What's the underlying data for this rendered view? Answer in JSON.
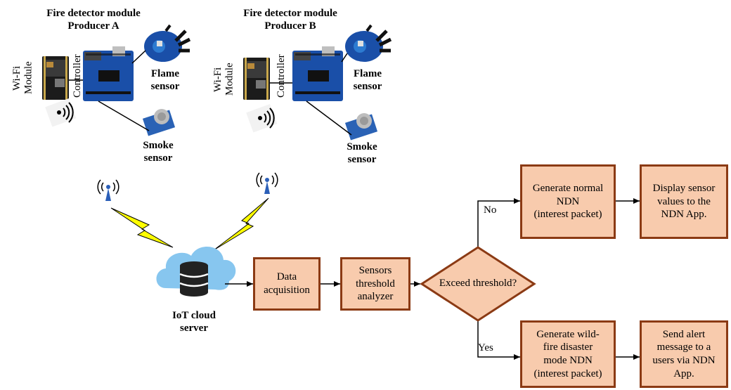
{
  "producer_a": {
    "title_line1": "Fire detector module",
    "title_line2": "Producer A",
    "wifi_label_line1": "Wi-Fi",
    "wifi_label_line2": "Module",
    "controller_label": "Controller",
    "flame_line1": "Flame",
    "flame_line2": "sensor",
    "smoke_line1": "Smoke",
    "smoke_line2": "sensor"
  },
  "producer_b": {
    "title_line1": "Fire detector module",
    "title_line2": "Producer B",
    "wifi_label_line1": "Wi-Fi",
    "wifi_label_line2": "Module",
    "controller_label": "Controller",
    "flame_line1": "Flame",
    "flame_line2": "sensor",
    "smoke_line1": "Smoke",
    "smoke_line2": "sensor"
  },
  "cloud": {
    "label_line1": "IoT cloud",
    "label_line2": "server"
  },
  "flow": {
    "data_acquisition": "Data\nacquisition",
    "threshold_analyzer": "Sensors\nthreshold\nanalyzer",
    "decision": "Exceed threshold?",
    "no_label": "No",
    "yes_label": "Yes",
    "normal_ndn": "Generate normal\nNDN\n(interest packet)",
    "display_values": "Display sensor\nvalues to the\nNDN App.",
    "disaster_ndn": "Generate wild-\nfire disaster\nmode NDN\n(interest packet)",
    "send_alert": "Send alert\nmessage to a\nusers via NDN\nApp."
  },
  "colors": {
    "box_fill": "#f8cbad",
    "box_border": "#8b3a14",
    "cloud": "#87c6ef",
    "lightning": "#ffff00",
    "board": "#1a4fa8",
    "antenna": "#2b5fb8"
  }
}
